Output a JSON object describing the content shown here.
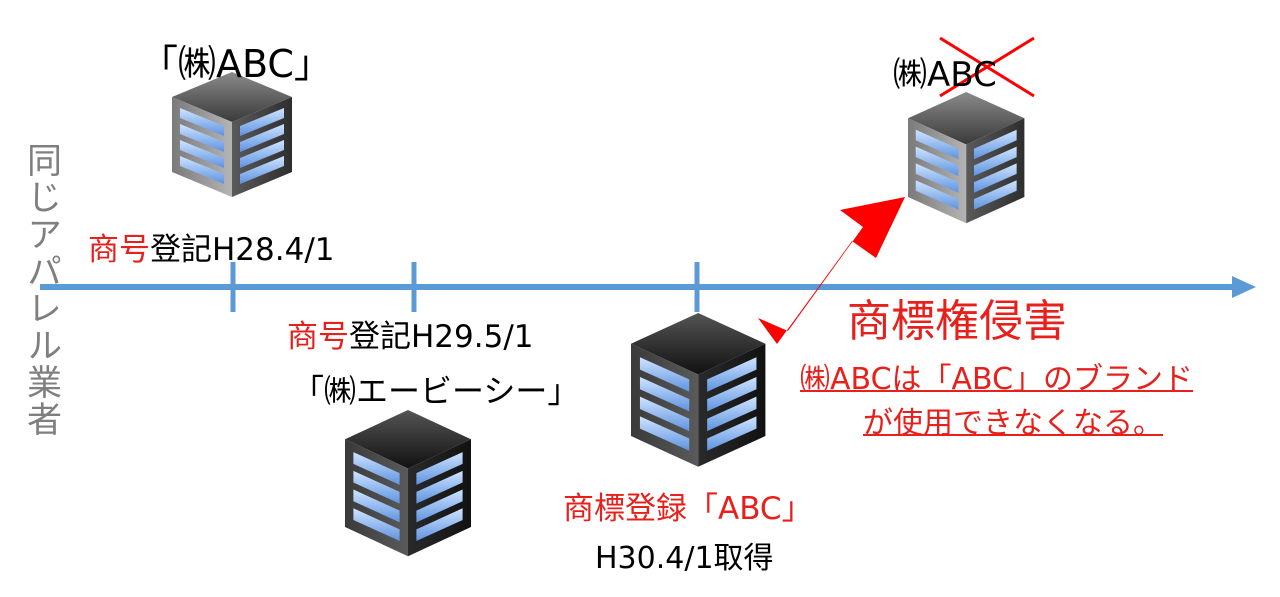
{
  "vertical_label": "同じアパレル業者",
  "company1": {
    "name": "「㈱ABC」",
    "reg_red": "商号",
    "reg_black": "登記H28.4/1"
  },
  "company2": {
    "reg_red": "商号",
    "reg_black": "登記H29.5/1",
    "name": "「㈱エービーシー」"
  },
  "trademark": {
    "label_red": "商標登録「ABC」",
    "date": "H30.4/1取得"
  },
  "company3": {
    "name_prefix": "㈱",
    "name_crossed": "ABC"
  },
  "infringement": {
    "title": "商標権侵害",
    "note_line1": "㈱ABCは「ABC」のブランド",
    "note_line2": "が使用できなくなる。"
  },
  "colors": {
    "timeline": "#5b9bd5",
    "red": "#e8201c",
    "gray_label": "#7f7f7f"
  }
}
